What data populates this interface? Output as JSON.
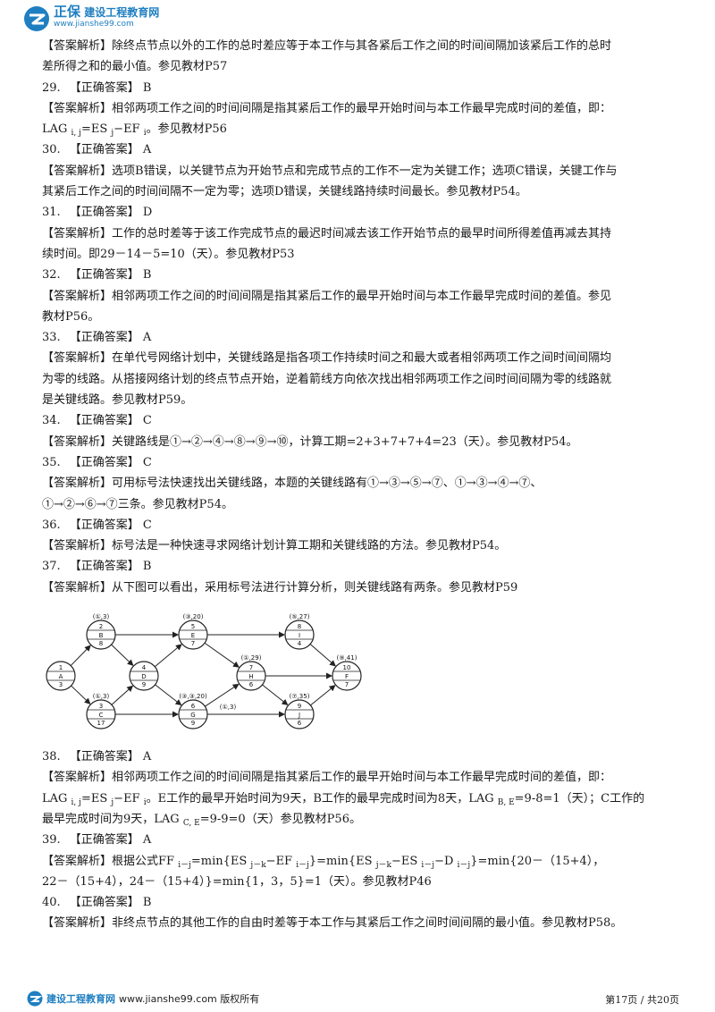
{
  "header": {
    "brand_name": "正保",
    "brand_sub": "建设工程教育网",
    "brand_url": "www.jianshe99.com"
  },
  "items": [
    {
      "analysis_prefix": "【答案解析】",
      "analysis_lines": [
        "除终点节点以外的工作的总时差应等于本工作与其各紧后工作之间的时间间隔加该紧后工作的总时",
        "差所得之和的最小值。参见教材P57"
      ]
    },
    {
      "num": "29.",
      "label": "【正确答案】",
      "answer": "B",
      "analysis_prefix": "【答案解析】",
      "analysis_lines": [
        "相邻两项工作之间的时间间隔是指其紧后工作的最早开始时间与本工作最早完成时间的差值，即："
      ]
    },
    {
      "formula_parts": [
        "LAG",
        "i, j",
        "=ES",
        "j",
        "−EF",
        "i",
        "。参见教材P56"
      ]
    },
    {
      "num": "30.",
      "label": "【正确答案】",
      "answer": "A",
      "analysis_prefix": "【答案解析】",
      "analysis_lines": [
        "选项B错误，以关键节点为开始节点和完成节点的工作不一定为关键工作；选项C错误，关键工作与",
        "其紧后工作之间的时间间隔不一定为零；选项D错误，关键线路持续时间最长。参见教材P54。"
      ]
    },
    {
      "num": "31.",
      "label": "【正确答案】",
      "answer": "D",
      "analysis_prefix": "【答案解析】",
      "analysis_lines": [
        "工作的总时差等于该工作完成节点的最迟时间减去该工作开始节点的最早时间所得差值再减去其持",
        "续时间。即29－14－5=10（天）。参见教材P53"
      ]
    },
    {
      "num": "32.",
      "label": "【正确答案】",
      "answer": "B",
      "analysis_prefix": "【答案解析】",
      "analysis_lines": [
        "相邻两项工作之间的时间间隔是指其紧后工作的最早开始时间与本工作最早完成时间的差值。参见",
        "教材P56。"
      ]
    },
    {
      "num": "33.",
      "label": "【正确答案】",
      "answer": "A",
      "analysis_prefix": "【答案解析】",
      "analysis_lines": [
        "在单代号网络计划中，关键线路是指各项工作持续时间之和最大或者相邻两项工作之间时间间隔均",
        "为零的线路。从搭接网络计划的终点节点开始，逆着箭线方向依次找出相邻两项工作之间时间间隔为零的线路就",
        "是关键线路。参见教材P59。"
      ]
    },
    {
      "num": "34.",
      "label": "【正确答案】",
      "answer": "C",
      "analysis_prefix": "【答案解析】",
      "analysis_lines": [
        "关键路线是①→②→④→⑧→⑨→⑩，计算工期=2+3+7+7+4=23（天）。参见教材P54。"
      ]
    },
    {
      "num": "35.",
      "label": "【正确答案】",
      "answer": "C",
      "analysis_prefix": "【答案解析】",
      "analysis_lines": [
        "可用标号法快速找出关键线路，本题的关键线路有①→③→⑤→⑦、①→③→④→⑦、",
        "①→②→⑥→⑦三条。参见教材P54。"
      ]
    },
    {
      "num": "36.",
      "label": "【正确答案】",
      "answer": "C",
      "analysis_prefix": "【答案解析】",
      "analysis_lines": [
        "标号法是一种快速寻求网络计划计算工期和关键线路的方法。参见教材P54。"
      ]
    },
    {
      "num": "37.",
      "label": "【正确答案】",
      "answer": "B",
      "analysis_prefix": "【答案解析】",
      "analysis_lines": [
        "从下图可以看出，采用标号法进行计算分析，则关键线路有两条。参见教材P59"
      ]
    },
    {
      "num": "38.",
      "label": "【正确答案】",
      "answer": "A",
      "analysis_prefix": "【答案解析】",
      "analysis_lines": [
        "相邻两项工作之间的时间间隔是指其紧后工作的最早开始时间与本工作最早完成时间的差值，即："
      ]
    },
    {
      "formula2_parts": [
        "LAG",
        "i, j",
        "=ES",
        "j",
        "−EF",
        "i",
        "。E工作的最早开始时间为9天，B工作的最早完成时间为8天，LAG",
        "B, E",
        "=9-8=1（天）；C工作的"
      ]
    },
    {
      "plain_lines": [
        "最早完成时间为9天，LAG"
      ],
      "plain_sub": "C, E",
      "plain_tail": "=9-9=0（天）参见教材P56。"
    },
    {
      "num": "39.",
      "label": "【正确答案】",
      "answer": "A"
    },
    {
      "ff_parts": [
        "【答案解析】根据公式FF",
        "i－j",
        "=min{ES",
        "j－k",
        "−EF",
        "i－j",
        "}=min{ES",
        "j－k",
        "−ES",
        "i－j",
        "−D",
        "i－j",
        "}=min{20－（15+4），"
      ]
    },
    {
      "plain_lines": [
        "22－（15+4），24－（15+4）}=min{1，3，5}=1（天）。参见教材P46"
      ]
    },
    {
      "num": "40.",
      "label": "【正确答案】",
      "answer": "B",
      "analysis_prefix": "【答案解析】",
      "analysis_lines": [
        "非终点节点的其他工作的自由时差等于本工作与其紧后工作之间时间间隔的最小值。参见教材P58。"
      ]
    }
  ],
  "diagram": {
    "nodes": [
      {
        "id": "n1",
        "num": "1",
        "work": "A",
        "dur": "3",
        "label": ""
      },
      {
        "id": "n2",
        "num": "2",
        "work": "B",
        "dur": "8",
        "label": "(①,3)"
      },
      {
        "id": "n3",
        "num": "3",
        "work": "C",
        "dur": "17",
        "label": "(①,3)"
      },
      {
        "id": "n4",
        "num": "4",
        "work": "D",
        "dur": "9",
        "label": ""
      },
      {
        "id": "n5",
        "num": "5",
        "work": "E",
        "dur": "7",
        "label": "(③,20)"
      },
      {
        "id": "n6",
        "num": "6",
        "work": "G",
        "dur": "9",
        "label": "(③,③,20)"
      },
      {
        "id": "n7",
        "num": "7",
        "work": "H",
        "dur": "6",
        "label": "(①,29)"
      },
      {
        "id": "n8",
        "num": "8",
        "work": "I",
        "dur": "4",
        "label": "(⑤,27)"
      },
      {
        "id": "n9",
        "num": "9",
        "work": "J",
        "dur": "6",
        "label": "(⑦,35)"
      },
      {
        "id": "n10",
        "num": "10",
        "work": "F",
        "dur": "7",
        "label": "(⑨,41)"
      }
    ],
    "extra_label": "(①,3)"
  },
  "footer": {
    "brand": "建设工程教育网",
    "url_text": "www.jianshe99.com 版权所有",
    "page": "第17页 / 共20页"
  }
}
